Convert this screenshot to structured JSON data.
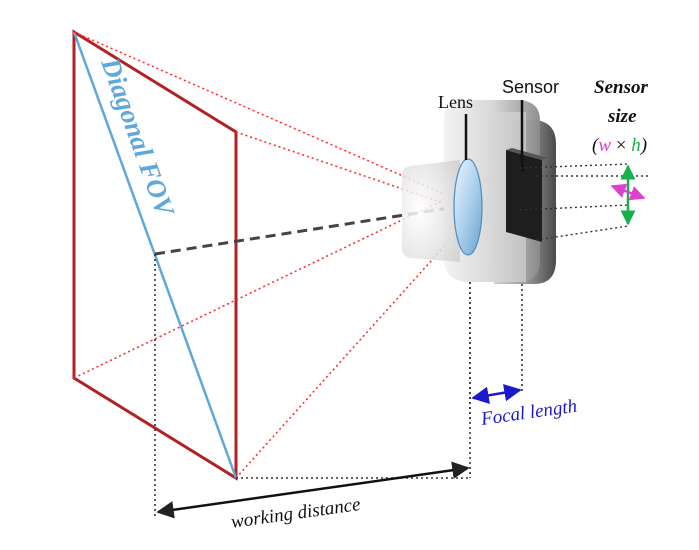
{
  "labels": {
    "diagonal_fov": "Diagonal FOV",
    "lens": "Lens",
    "sensor": "Sensor",
    "sensor_size_line1": "Sensor",
    "sensor_size_line2": "size",
    "sensor_size_open": "(",
    "sensor_size_w": "w",
    "sensor_size_times": " × ",
    "sensor_size_h": "h",
    "sensor_size_close": ")",
    "focal_length": "Focal length",
    "working_distance": "working distance"
  },
  "colors": {
    "frame": "#b22222",
    "diagonal": "#5fa8dc",
    "rays": "#ff3030",
    "axis": "#444444",
    "focal": "#1a1acc",
    "width_arrow": "#e040d0",
    "height_arrow": "#18b04a",
    "dimension": "#222222"
  }
}
